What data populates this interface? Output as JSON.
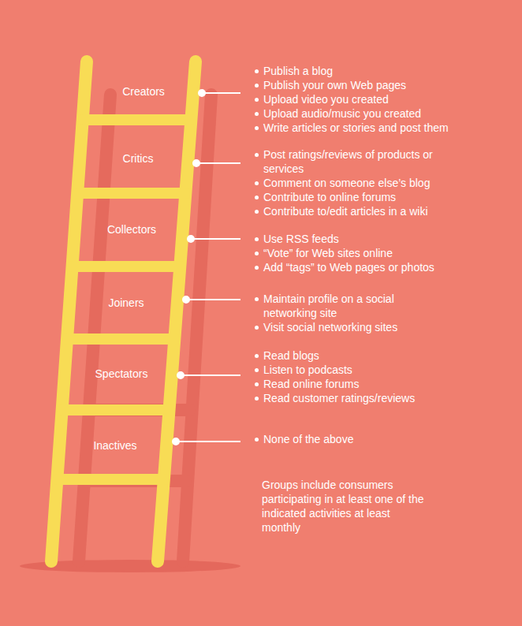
{
  "diagram": {
    "labels": [
      "Creators",
      "Publish a blog",
      "Publish your own Web pages",
      "Upload video you created",
      "Upload audio/music you created",
      "Write articles or stories and post them",
      "Critics",
      "Post ratings/reviews of products or services",
      "Comment on someone else’s blog",
      "Contribute to online forums",
      "Contribute to/edit articles in a wiki",
      "Collectors",
      "Use RSS feeds",
      "“Vote” for Web sites online",
      "Add “tags” to Web pages or photos",
      "Joiners",
      "Maintain profile on a social networking site",
      "Visit social networking sites",
      "Spectators",
      "Read blogs",
      "Listen to podcasts",
      "Read online forums",
      "Read customer ratings/reviews",
      "Inactives",
      "None of the above",
      "Groups include consumers participating in at least one of the indicated activities at least monthly"
    ]
  }
}
